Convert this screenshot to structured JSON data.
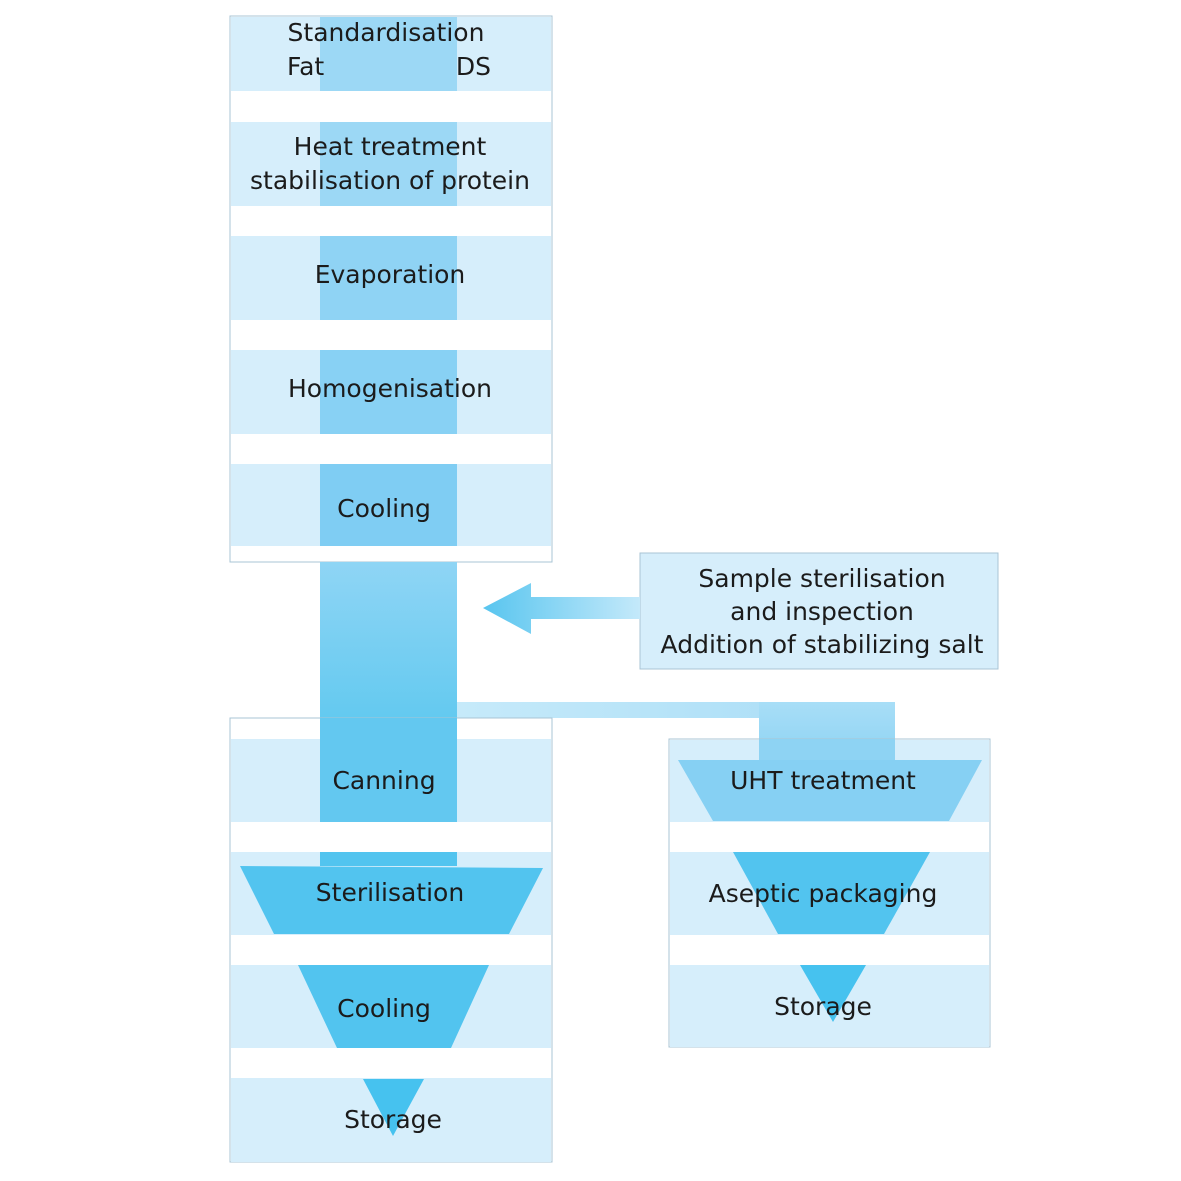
{
  "diagram": {
    "main_column": {
      "steps": [
        {
          "id": "standardisation",
          "title": "Standardisation",
          "left_label": "Fat",
          "right_label": "DS"
        },
        {
          "id": "heat-treatment",
          "line1": "Heat treatment",
          "line2": "stabilisation of protein"
        },
        {
          "id": "evaporation",
          "label": "Evaporation"
        },
        {
          "id": "homogenisation",
          "label": "Homogenisation"
        },
        {
          "id": "cooling",
          "label": "Cooling"
        }
      ]
    },
    "side_input": {
      "line1": "Sample sterilisation",
      "line2": "and inspection",
      "line3": "Addition of stabilizing salt"
    },
    "canned_branch": {
      "steps": [
        {
          "id": "canning",
          "label": "Canning"
        },
        {
          "id": "sterilisation",
          "label": "Sterilisation"
        },
        {
          "id": "cooling",
          "label": "Cooling"
        },
        {
          "id": "storage",
          "label": "Storage"
        }
      ]
    },
    "uht_branch": {
      "steps": [
        {
          "id": "uht-treatment",
          "label": "UHT treatment"
        },
        {
          "id": "aseptic-packaging",
          "label": "Aseptic packaging"
        },
        {
          "id": "storage",
          "label": "Storage"
        }
      ]
    },
    "colors": {
      "band_light": "#d6eefb",
      "flow_medium": "#9cd8f5",
      "flow_strong": "#52c4ef",
      "border": "#a9c4d4"
    }
  }
}
